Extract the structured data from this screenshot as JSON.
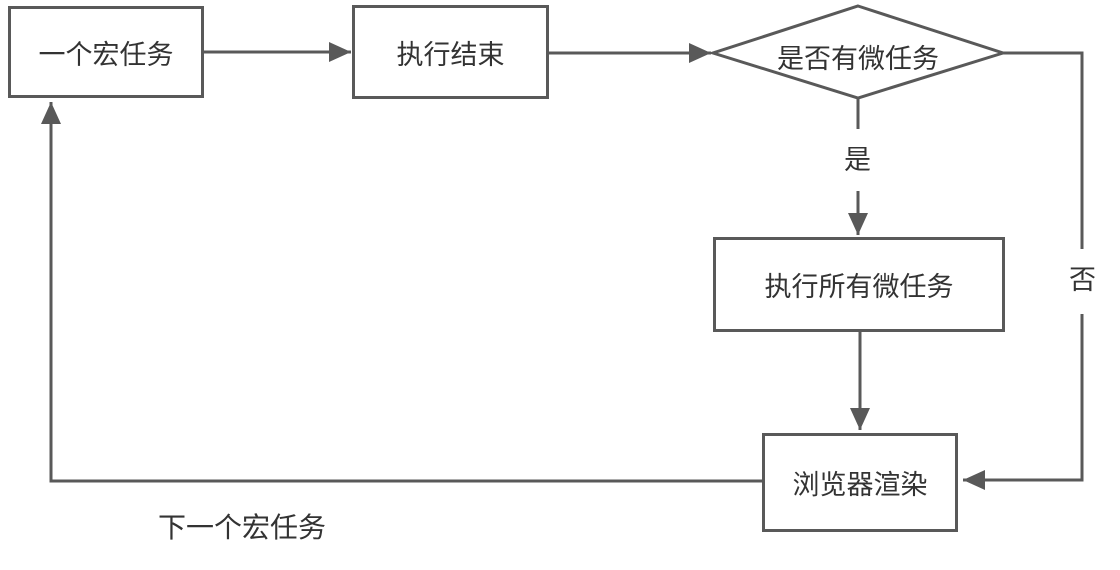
{
  "diagram": {
    "type": "flowchart",
    "nodes": [
      {
        "id": "macro-task",
        "shape": "rect",
        "label": "一个宏任务"
      },
      {
        "id": "execution-end",
        "shape": "rect",
        "label": "执行结束"
      },
      {
        "id": "has-microtasks",
        "shape": "diamond",
        "label": "是否有微任务"
      },
      {
        "id": "run-microtasks",
        "shape": "rect",
        "label": "执行所有微任务"
      },
      {
        "id": "browser-render",
        "shape": "rect",
        "label": "浏览器渲染"
      }
    ],
    "edge_labels": {
      "yes": "是",
      "no": "否",
      "next_macro": "下一个宏任务"
    },
    "edges": [
      {
        "from": "macro-task",
        "to": "execution-end",
        "label": ""
      },
      {
        "from": "execution-end",
        "to": "has-microtasks",
        "label": ""
      },
      {
        "from": "has-microtasks",
        "to": "run-microtasks",
        "label": "是"
      },
      {
        "from": "run-microtasks",
        "to": "browser-render",
        "label": ""
      },
      {
        "from": "has-microtasks",
        "to": "browser-render",
        "label": "否"
      },
      {
        "from": "browser-render",
        "to": "macro-task",
        "label": "下一个宏任务"
      }
    ],
    "colors": {
      "stroke": "#595959",
      "text": "#333333",
      "background": "#ffffff"
    }
  }
}
